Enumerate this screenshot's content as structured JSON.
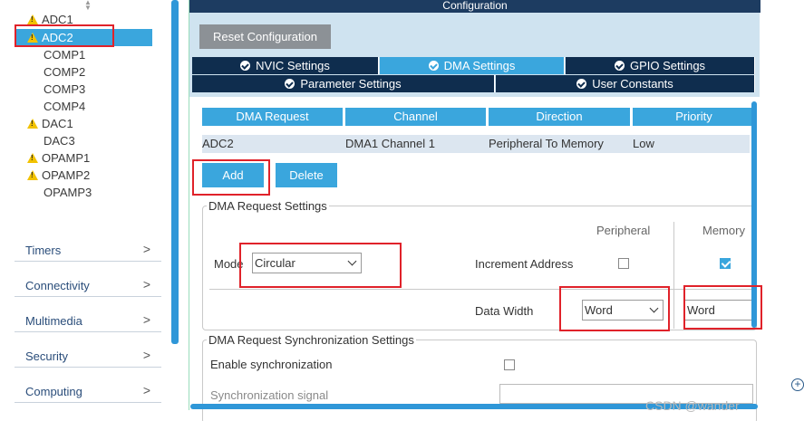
{
  "tree": {
    "items": [
      {
        "label": "ADC1",
        "warn": true
      },
      {
        "label": "ADC2",
        "warn": true,
        "selected": true
      },
      {
        "label": "COMP1",
        "warn": false
      },
      {
        "label": "COMP2",
        "warn": false
      },
      {
        "label": "COMP3",
        "warn": false
      },
      {
        "label": "COMP4",
        "warn": false
      },
      {
        "label": "DAC1",
        "warn": true
      },
      {
        "label": "DAC3",
        "warn": false
      },
      {
        "label": "OPAMP1",
        "warn": true
      },
      {
        "label": "OPAMP2",
        "warn": true
      },
      {
        "label": "OPAMP3",
        "warn": false
      }
    ]
  },
  "categories": [
    "Timers",
    "Connectivity",
    "Multimedia",
    "Security",
    "Computing"
  ],
  "config": {
    "title": "Configuration",
    "reset_label": "Reset Configuration",
    "tabs_row1": [
      "NVIC Settings",
      "DMA Settings",
      "GPIO Settings"
    ],
    "tabs_row2": [
      "Parameter Settings",
      "User Constants"
    ]
  },
  "dma_table": {
    "headers": [
      "DMA Request",
      "Channel",
      "Direction",
      "Priority"
    ],
    "rows": [
      [
        "ADC2",
        "DMA1 Channel 1",
        "Peripheral To Memory",
        "Low"
      ]
    ]
  },
  "buttons": {
    "add": "Add",
    "delete": "Delete"
  },
  "request_settings": {
    "legend": "DMA Request Settings",
    "peripheral_label": "Peripheral",
    "memory_label": "Memory",
    "mode_label": "Mode",
    "mode_value": "Circular",
    "increment_label": "Increment Address",
    "peripheral_increment": false,
    "memory_increment": true,
    "data_width_label": "Data Width",
    "peripheral_width": "Word",
    "memory_width": "Word"
  },
  "sync_settings": {
    "legend": "DMA Request Synchronization Settings",
    "enable_label": "Enable synchronization",
    "signal_label": "Synchronization signal"
  },
  "watermark": "CSDN @wander",
  "colors": {
    "accent": "#3aa6dd",
    "navy": "#0f2d4e",
    "highlight": "#e0222a",
    "warning": "#f2c200"
  }
}
